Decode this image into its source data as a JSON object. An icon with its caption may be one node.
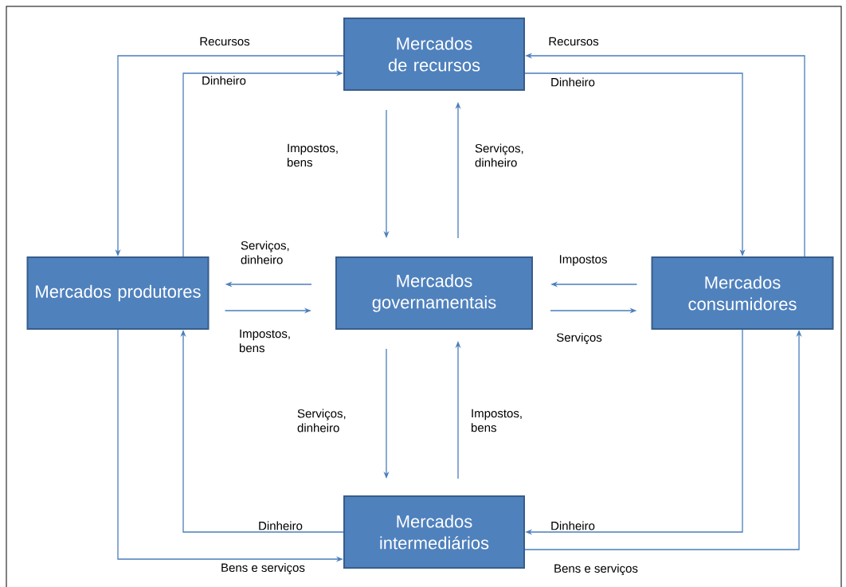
{
  "diagram": {
    "nodes": [
      {
        "text": [
          "Mercados de recursos"
        ]
      },
      {
        "text": [
          "Mercados produtores"
        ]
      },
      {
        "text": [
          "Mercados governamentais"
        ]
      },
      {
        "text": [
          "Mercados consumidores"
        ]
      },
      {
        "text": [
          "Mercados intermediários"
        ]
      }
    ],
    "edges": [
      {
        "from": 0,
        "to": 1,
        "arrow": "to",
        "label": "Recursos"
      },
      {
        "from": 1,
        "to": 0,
        "arrow": "to",
        "label": "Dinheiro"
      },
      {
        "from": 3,
        "to": 0,
        "arrow": "to",
        "label": "Recursos"
      },
      {
        "from": 0,
        "to": 3,
        "arrow": "to",
        "label": "Dinheiro"
      },
      {
        "from": 0,
        "to": 2,
        "arrow": "to",
        "label": "Impostos, bens"
      },
      {
        "from": 2,
        "to": 0,
        "arrow": "to",
        "label": "Serviços, dinheiro"
      },
      {
        "from": 2,
        "to": 1,
        "arrow": "to",
        "label": "Serviços, dinheiro"
      },
      {
        "from": 1,
        "to": 2,
        "arrow": "to",
        "label": "Impostos, bens"
      },
      {
        "from": 3,
        "to": 2,
        "arrow": "to",
        "label": "Impostos"
      },
      {
        "from": 2,
        "to": 3,
        "arrow": "to",
        "label": "Serviços"
      },
      {
        "from": 2,
        "to": 4,
        "arrow": "to",
        "label": "Serviços, dinheiro"
      },
      {
        "from": 4,
        "to": 2,
        "arrow": "to",
        "label": "Impostos, bens"
      },
      {
        "from": 4,
        "to": 1,
        "arrow": "to",
        "label": "Dinheiro"
      },
      {
        "from": 1,
        "to": 4,
        "arrow": "to",
        "label": "Bens e serviços"
      },
      {
        "from": 3,
        "to": 4,
        "arrow": "to",
        "label": "Dinheiro"
      },
      {
        "from": 4,
        "to": 3,
        "arrow": "to",
        "label": "Bens e serviços"
      }
    ]
  }
}
